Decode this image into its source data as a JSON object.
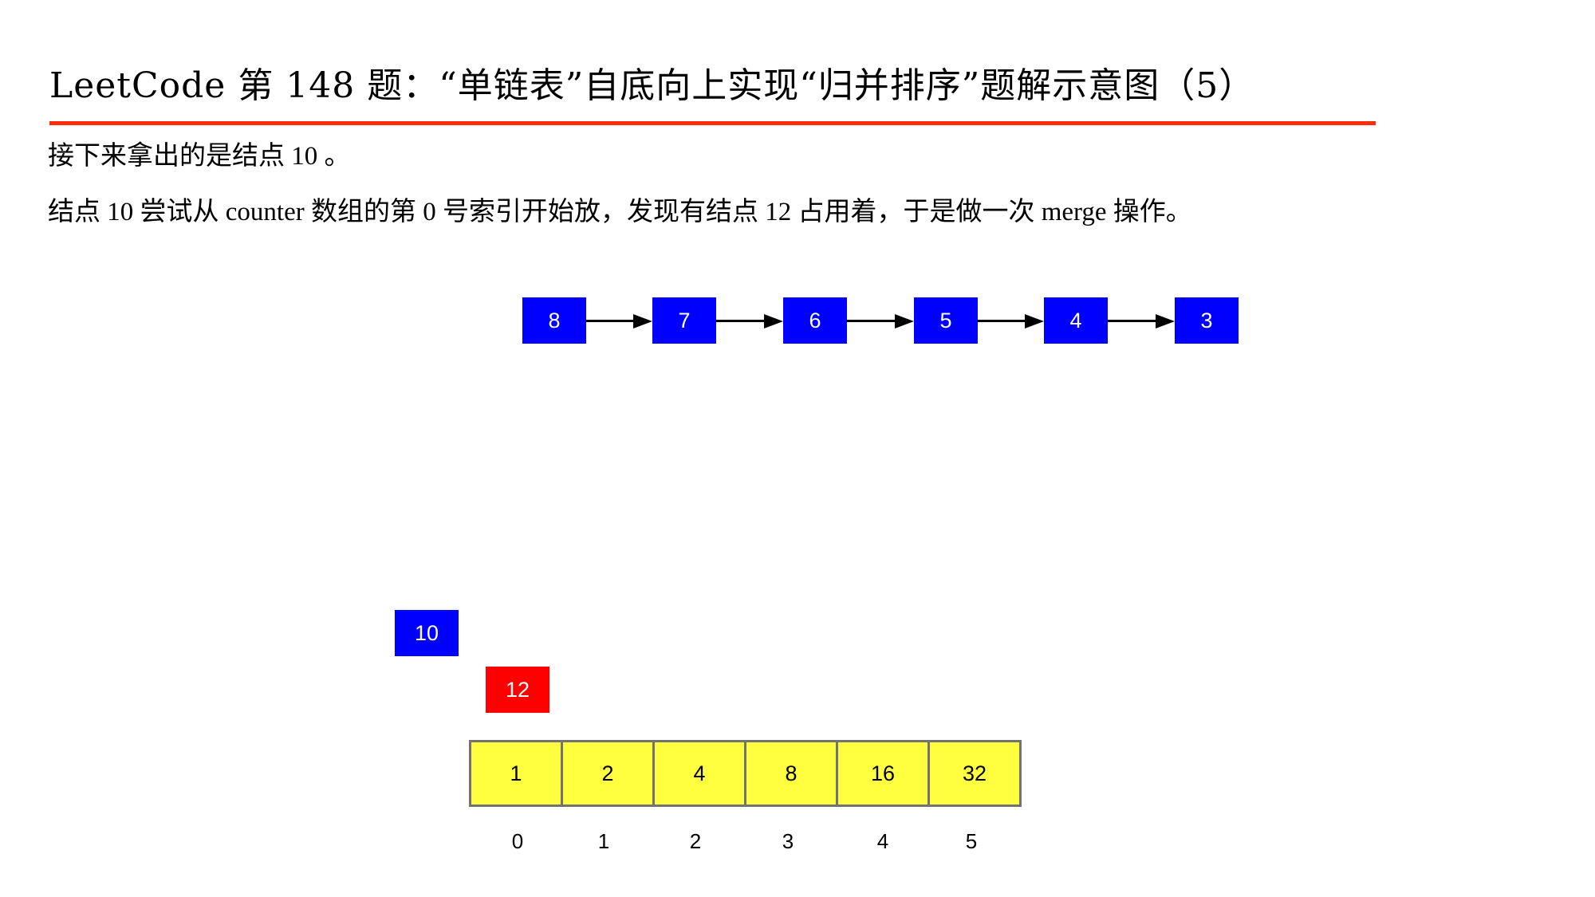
{
  "title": "LeetCode 第 148 题：“单链表”自底向上实现“归并排序”题解示意图（5）",
  "colors": {
    "rule": "#ff2a0a",
    "list_node": "#0000ff",
    "current_node": "#0000ff",
    "occupying_node": "#ff0000",
    "counter_cell": "#ffff40",
    "counter_border": "#737373"
  },
  "paragraphs": [
    "接下来拿出的是结点 10 。",
    "结点 10 尝试从 counter 数组的第 0 号索引开始放，发现有结点 12 占用着，于是做一次 merge 操作。"
  ],
  "linked_list": {
    "nodes": [
      "8",
      "7",
      "6",
      "5",
      "4",
      "3"
    ],
    "arrow_icon": "right-arrow"
  },
  "current_node": {
    "label": "10"
  },
  "occupying_node": {
    "label": "12",
    "slot_index": 0
  },
  "counter": {
    "cells": [
      "1",
      "2",
      "4",
      "8",
      "16",
      "32"
    ],
    "indices": [
      "0",
      "1",
      "2",
      "3",
      "4",
      "5"
    ]
  }
}
